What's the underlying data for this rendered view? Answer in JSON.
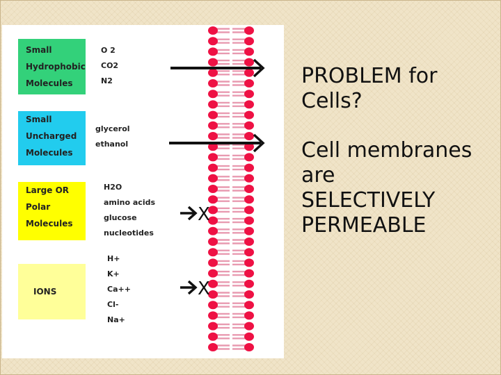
{
  "figure": {
    "categories": [
      {
        "lines": [
          "Small",
          "Hydrophobic",
          "Molecules"
        ],
        "color": "#33d17a",
        "molecules": [
          "O 2",
          "CO2",
          "N2"
        ],
        "crosses_membrane": true
      },
      {
        "lines": [
          "Small",
          "Uncharged",
          "Molecules"
        ],
        "color": "#22ccee",
        "molecules": [
          "glycerol",
          "ethanol"
        ],
        "crosses_membrane": true
      },
      {
        "lines": [
          "Large OR",
          "Polar",
          "Molecules"
        ],
        "color": "#ffff00",
        "molecules": [
          "H2O",
          "amino acids",
          "glucose",
          "nucleotides"
        ],
        "crosses_membrane": false
      },
      {
        "lines": [
          "IONS"
        ],
        "color": "#ffff99",
        "molecules": [
          "H+",
          "K+",
          "Ca++",
          "Cl-",
          "Na+"
        ],
        "crosses_membrane": false
      }
    ],
    "blocked_mark": "X",
    "membrane_head_color": "#ee1144",
    "membrane_tail_color": "#e89ab0"
  },
  "text": {
    "line1": "PROBLEM for",
    "line2": "Cells?",
    "line3": "Cell membranes",
    "line4": "are",
    "line5": "SELECTIVELY",
    "line6": "PERMEABLE"
  }
}
